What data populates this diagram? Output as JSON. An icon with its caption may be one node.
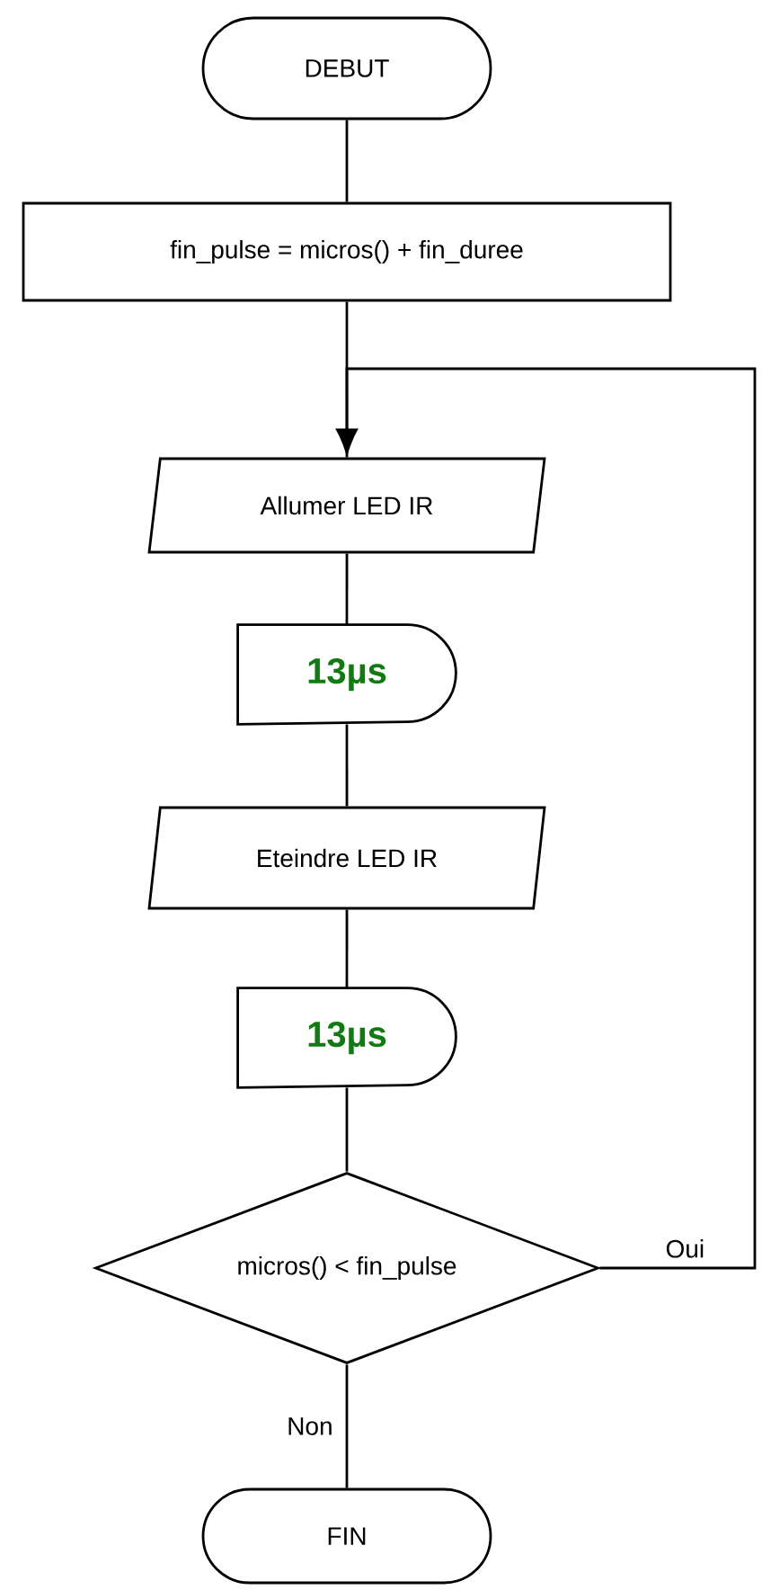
{
  "diagram": {
    "nodes": [
      {
        "text": [
          "DEBUT"
        ]
      },
      {
        "text": [
          "fin_pulse = micros() + fin_duree"
        ]
      },
      {
        "text": [
          "Allumer LED IR"
        ]
      },
      {
        "text": [
          "13µs"
        ]
      },
      {
        "text": [
          "Eteindre LED IR"
        ]
      },
      {
        "text": [
          "13µs"
        ]
      },
      {
        "text": [
          "micros() < fin_pulse"
        ]
      },
      {
        "text": [
          "FIN"
        ]
      }
    ],
    "edges": [
      {
        "from": 0,
        "to": 1,
        "arrow": "none"
      },
      {
        "from": 1,
        "to": 2,
        "arrow": "none"
      },
      {
        "from": 2,
        "to": 3,
        "arrow": "none"
      },
      {
        "from": 3,
        "to": 4,
        "arrow": "none"
      },
      {
        "from": 4,
        "to": 5,
        "arrow": "none"
      },
      {
        "from": 5,
        "to": 6,
        "arrow": "none"
      },
      {
        "from": 6,
        "to": 2,
        "arrow": "to",
        "label": "Oui"
      },
      {
        "from": 6,
        "to": 7,
        "arrow": "none",
        "label": "Non"
      }
    ]
  }
}
